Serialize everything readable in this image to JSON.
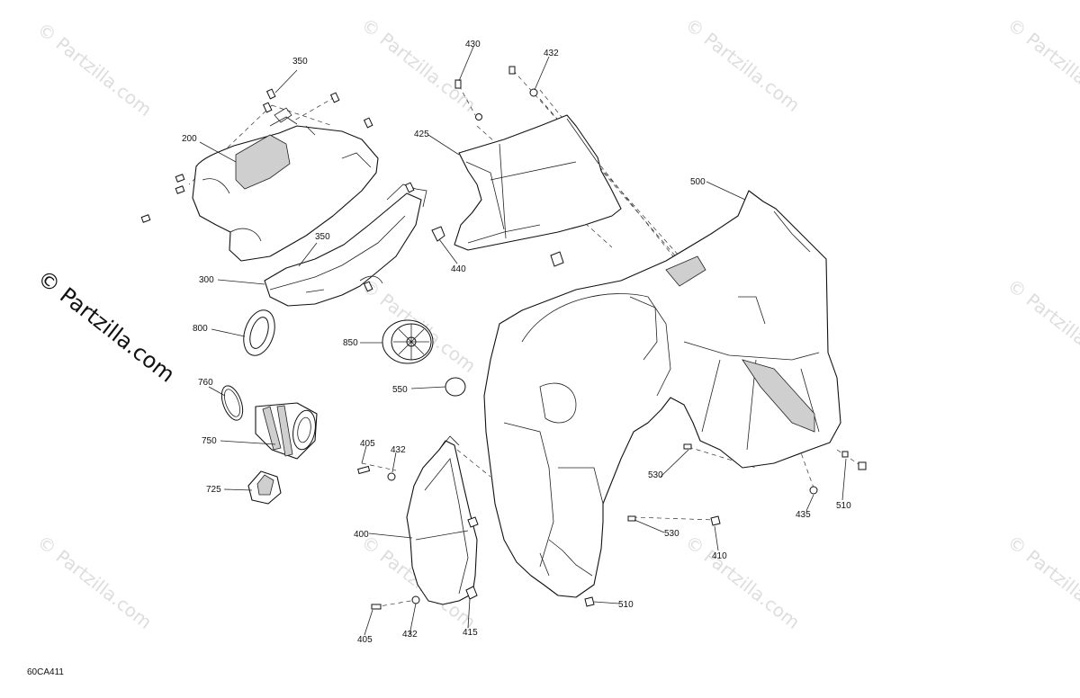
{
  "brand_text": "© Partzilla.com",
  "watermark_text": "© Partzilla.com",
  "diagram_ref": "60CA411",
  "callouts": [
    "350",
    "200",
    "350",
    "300",
    "800",
    "760",
    "750",
    "725",
    "850",
    "550",
    "430",
    "432",
    "425",
    "440",
    "500",
    "405",
    "432",
    "400",
    "405",
    "432",
    "415",
    "530",
    "530",
    "410",
    "510",
    "435",
    "510"
  ]
}
